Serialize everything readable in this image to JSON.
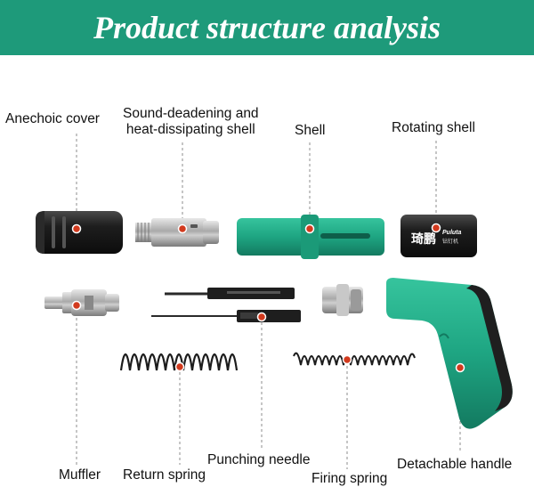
{
  "banner": {
    "title": "Product structure analysis",
    "color": "#1e9a7a"
  },
  "labels": {
    "anechoic_cover": "Anechoic cover",
    "sound_deadening_line1": "Sound-deadening and",
    "sound_deadening_line2": "heat-dissipating shell",
    "shell": "Shell",
    "rotating_shell": "Rotating shell",
    "muffler": "Muffler",
    "return_spring": "Return spring",
    "punching_needle": "Punching needle",
    "firing_spring": "Firing spring",
    "detachable_handle": "Detachable handle"
  },
  "brand": {
    "chinese": "琦鹏",
    "latin": "Puluta",
    "small": "钻钉机"
  },
  "colors": {
    "teal": "#1ea582",
    "marker": "#d23a1e",
    "dark": "#1c1c1c",
    "steel": "#b9b9b9"
  }
}
